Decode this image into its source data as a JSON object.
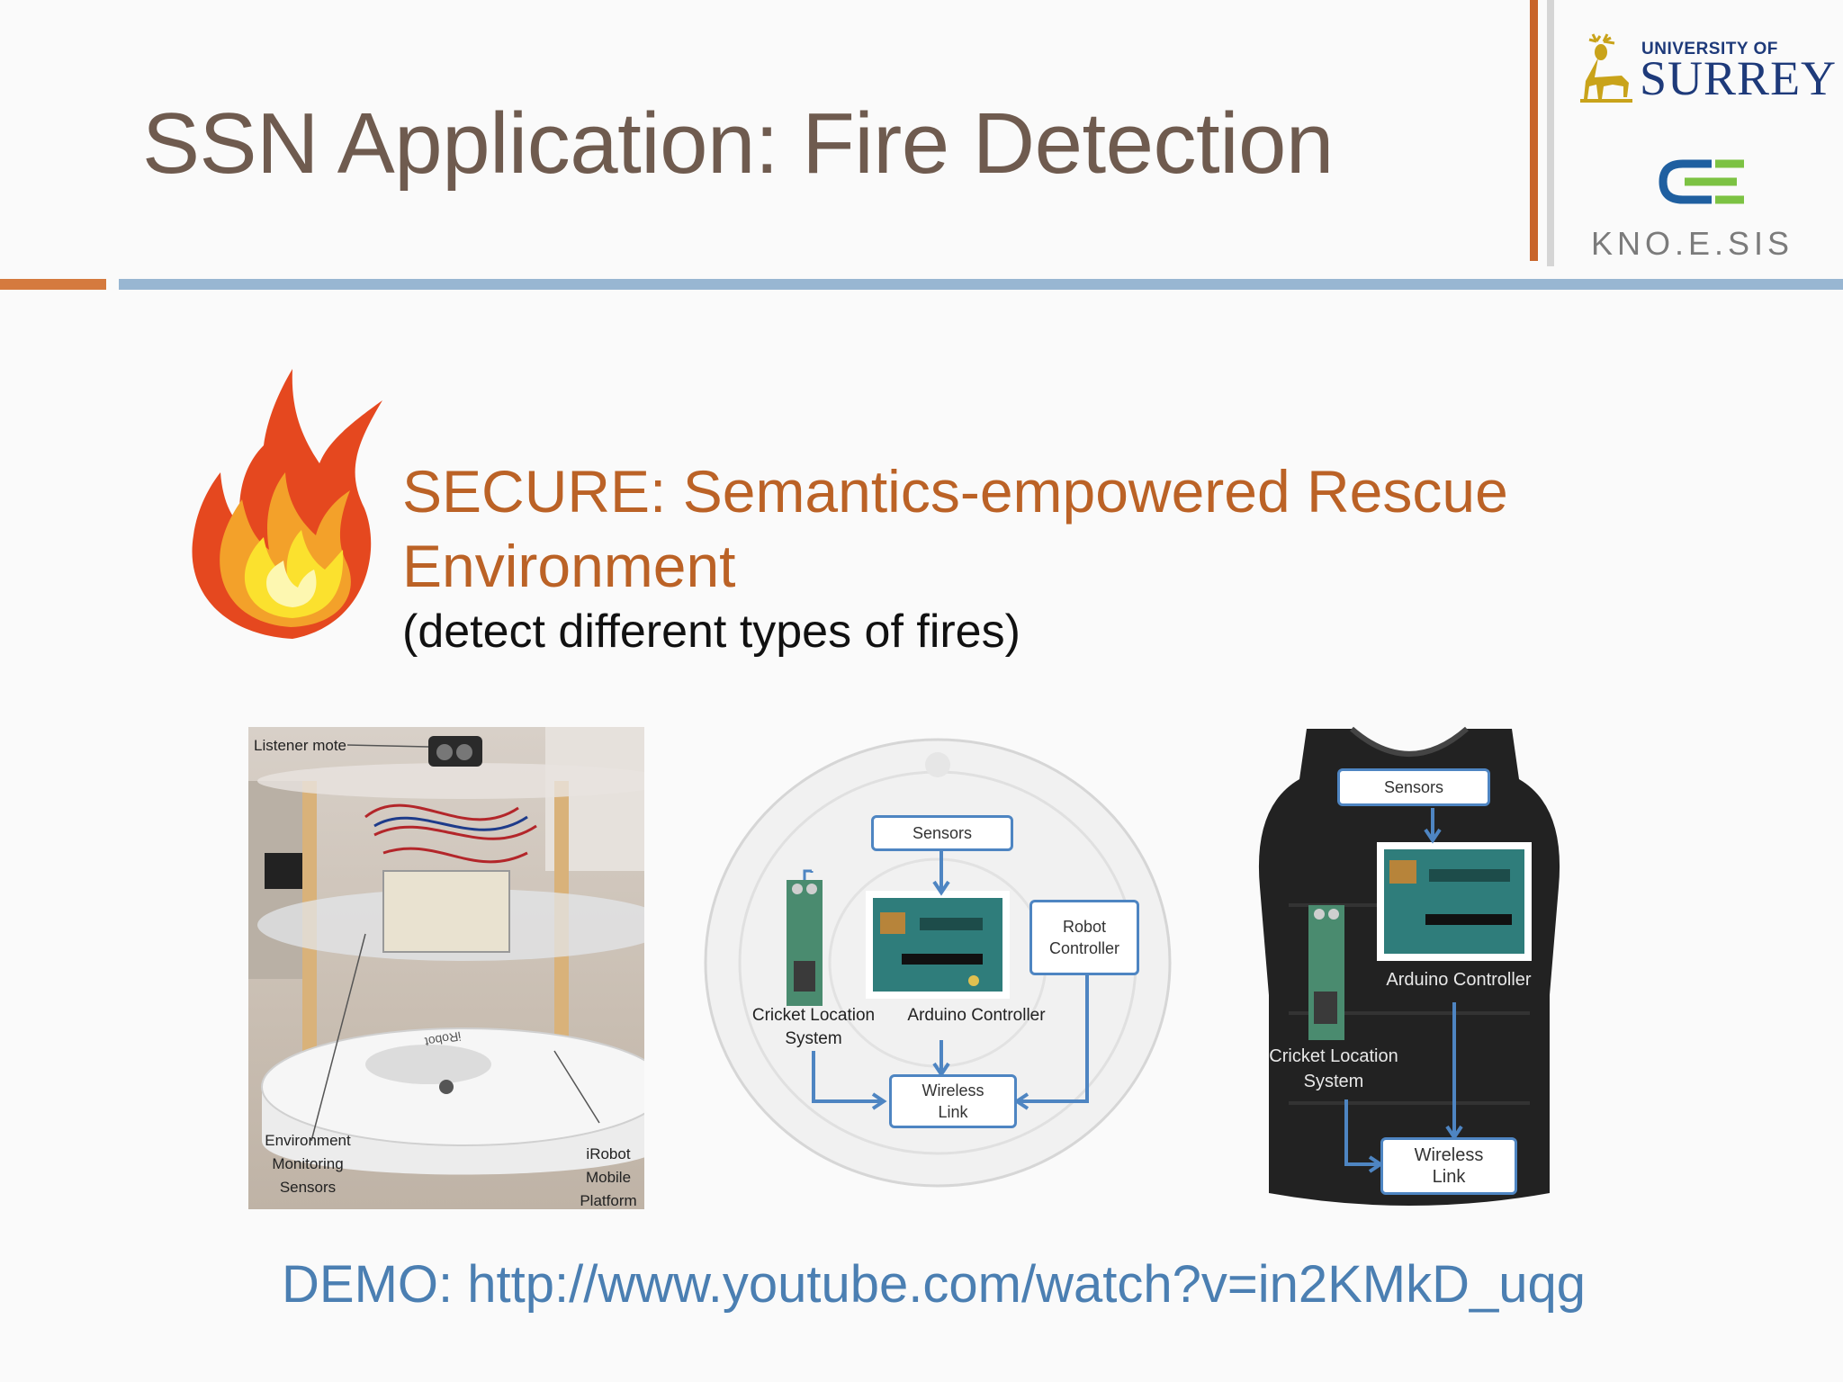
{
  "slide": {
    "title": "SSN Application: Fire Detection",
    "subtitle": "SECURE: Semantics-empowered Rescue Environment",
    "subtitle_note": "(detect different types of fires)",
    "demo_link": "DEMO: http://www.youtube.com/watch?v=in2KMkD_uqg"
  },
  "logos": {
    "surrey_top": "UNIVERSITY OF",
    "surrey_name": "SURREY",
    "knoesis": "KNO.E.SIS"
  },
  "photo_robot": {
    "listener_mote": "Listener mote",
    "env_sensors": [
      "Environment",
      "Monitoring",
      "Sensors"
    ],
    "irobot": [
      "iRobot",
      "Mobile",
      "Platform"
    ],
    "robot_brand": "iRobot"
  },
  "diagram_robot": {
    "sensors": "Sensors",
    "robot_controller": [
      "Robot",
      "Controller"
    ],
    "cricket": [
      "Cricket Location",
      "System"
    ],
    "arduino": "Arduino Controller",
    "wireless": [
      "Wireless",
      "Link"
    ]
  },
  "diagram_vest": {
    "sensors": "Sensors",
    "arduino": "Arduino Controller",
    "cricket": [
      "Cricket Location",
      "System"
    ],
    "wireless": [
      "Wireless",
      "Link"
    ]
  },
  "colors": {
    "title": "#6f5b4f",
    "accent_orange": "#bb6226",
    "link_blue": "#4b7fb2",
    "divider_blue": "#98b6d2",
    "arrow_blue": "#4e85c2"
  }
}
